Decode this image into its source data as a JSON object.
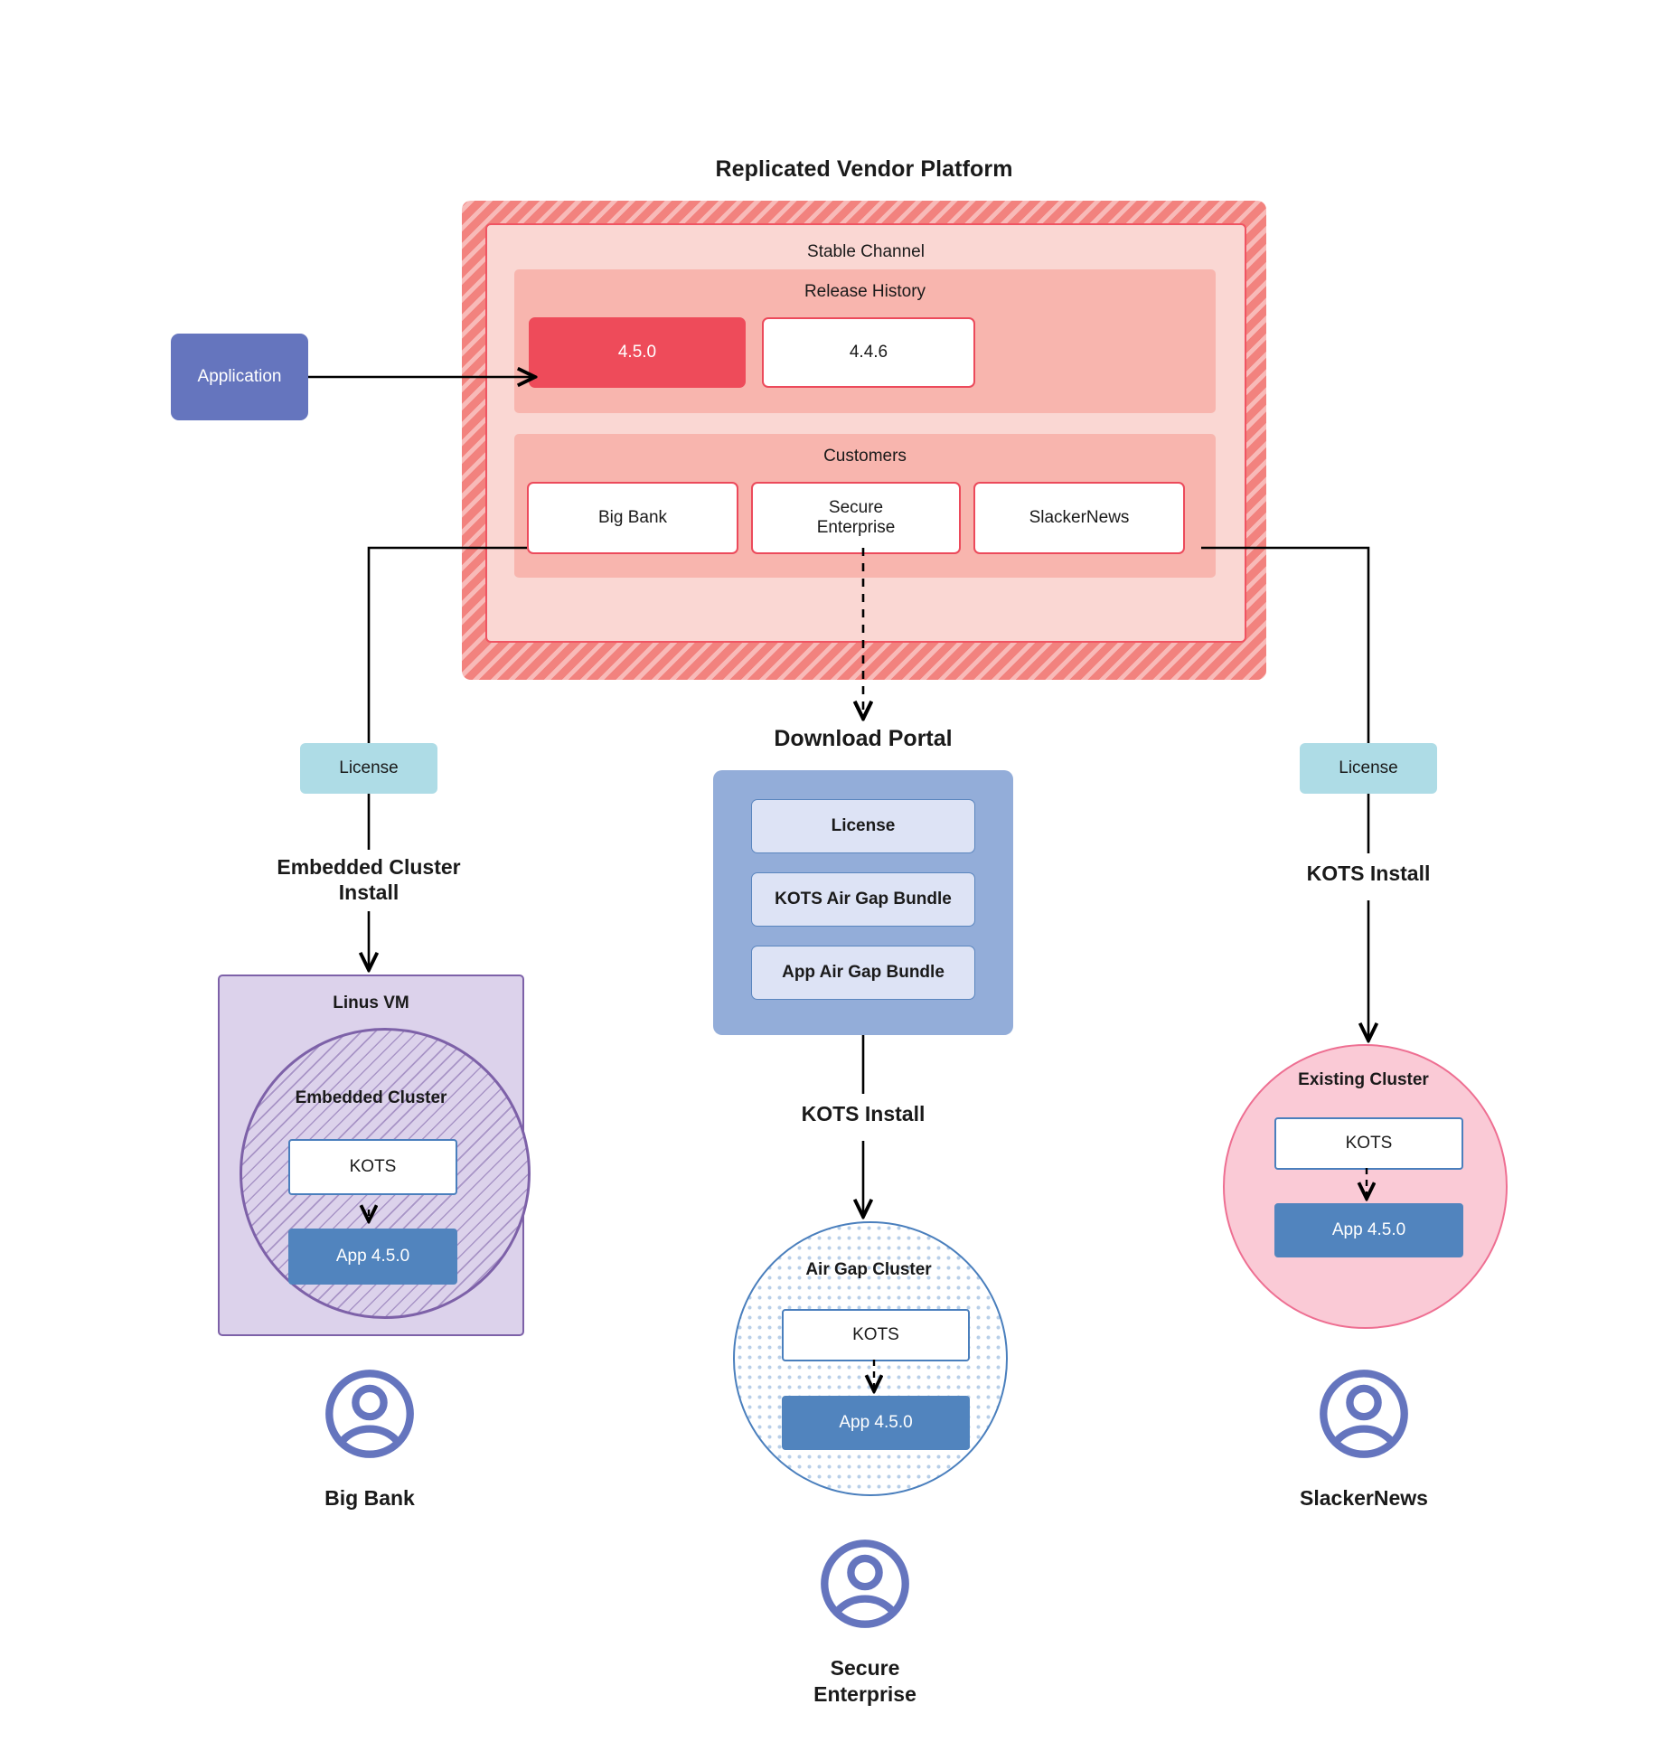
{
  "diagram": {
    "title": "Replicated Vendor Platform",
    "vendor_platform": {
      "stable_channel_label": "Stable Channel",
      "release_history": {
        "label": "Release History",
        "releases": [
          {
            "version": "4.5.0",
            "state": "current"
          },
          {
            "version": "4.4.6",
            "state": "previous"
          }
        ]
      },
      "customers": {
        "label": "Customers",
        "items": [
          {
            "name": "Big Bank"
          },
          {
            "name": "Secure\nEnterprise",
            "line1": "Secure",
            "line2": "Enterprise"
          },
          {
            "name": "SlackerNews"
          }
        ]
      }
    },
    "application_box": {
      "label": "Application"
    },
    "license_left": {
      "label": "License"
    },
    "license_right": {
      "label": "License"
    },
    "edge_labels": {
      "embedded_install_line1": "Embedded Cluster",
      "embedded_install_line2": "Install",
      "kots_install_right": "KOTS Install",
      "kots_install_center": "KOTS Install"
    },
    "download_portal": {
      "title": "Download  Portal",
      "items": [
        {
          "label": "License"
        },
        {
          "label": "KOTS Air Gap Bundle"
        },
        {
          "label": "App Air Gap Bundle"
        }
      ]
    },
    "linux_vm": {
      "label": "Linus VM",
      "embedded_cluster_label": "Embedded Cluster",
      "kots_label": "KOTS",
      "app_label": "App 4.5.0"
    },
    "airgap_cluster": {
      "label": "Air Gap Cluster",
      "kots_label": "KOTS",
      "app_label": "App 4.5.0"
    },
    "existing_cluster": {
      "label": "Existing Cluster",
      "kots_label": "KOTS",
      "app_label": "App 4.5.0"
    },
    "personas": [
      {
        "name": "Big Bank",
        "line1": "Big Bank",
        "line2": ""
      },
      {
        "name": "Secure Enterprise",
        "line1": "Secure",
        "line2": "Enterprise"
      },
      {
        "name": "SlackerNews",
        "line1": "SlackerNews",
        "line2": ""
      }
    ],
    "icons": {
      "persona": "user-avatar-icon"
    },
    "colors": {
      "platform_hatch": "#F2827E",
      "stable_channel_bg": "#FAD7D3",
      "inner_panel_bg": "#F8B5AE",
      "release_current": "#EE4B5A",
      "box_border_red": "#EC4A5B",
      "application_blue": "#6575BE",
      "license_teal": "#AEDCE6",
      "portal_blue": "#93ADD9",
      "portal_item_bg": "#DDE3F5",
      "portal_item_border": "#5A85BE",
      "vm_purple_bg": "#DCD2EB",
      "vm_purple_border": "#7D61A8",
      "existing_cluster_pink": "#FACAD6",
      "existing_cluster_border": "#EE6F92",
      "airgap_border": "#4A7FBD",
      "app_box_blue": "#5184BE",
      "kots_border": "#4A7FBD",
      "persona_icon": "#6575BE"
    }
  }
}
